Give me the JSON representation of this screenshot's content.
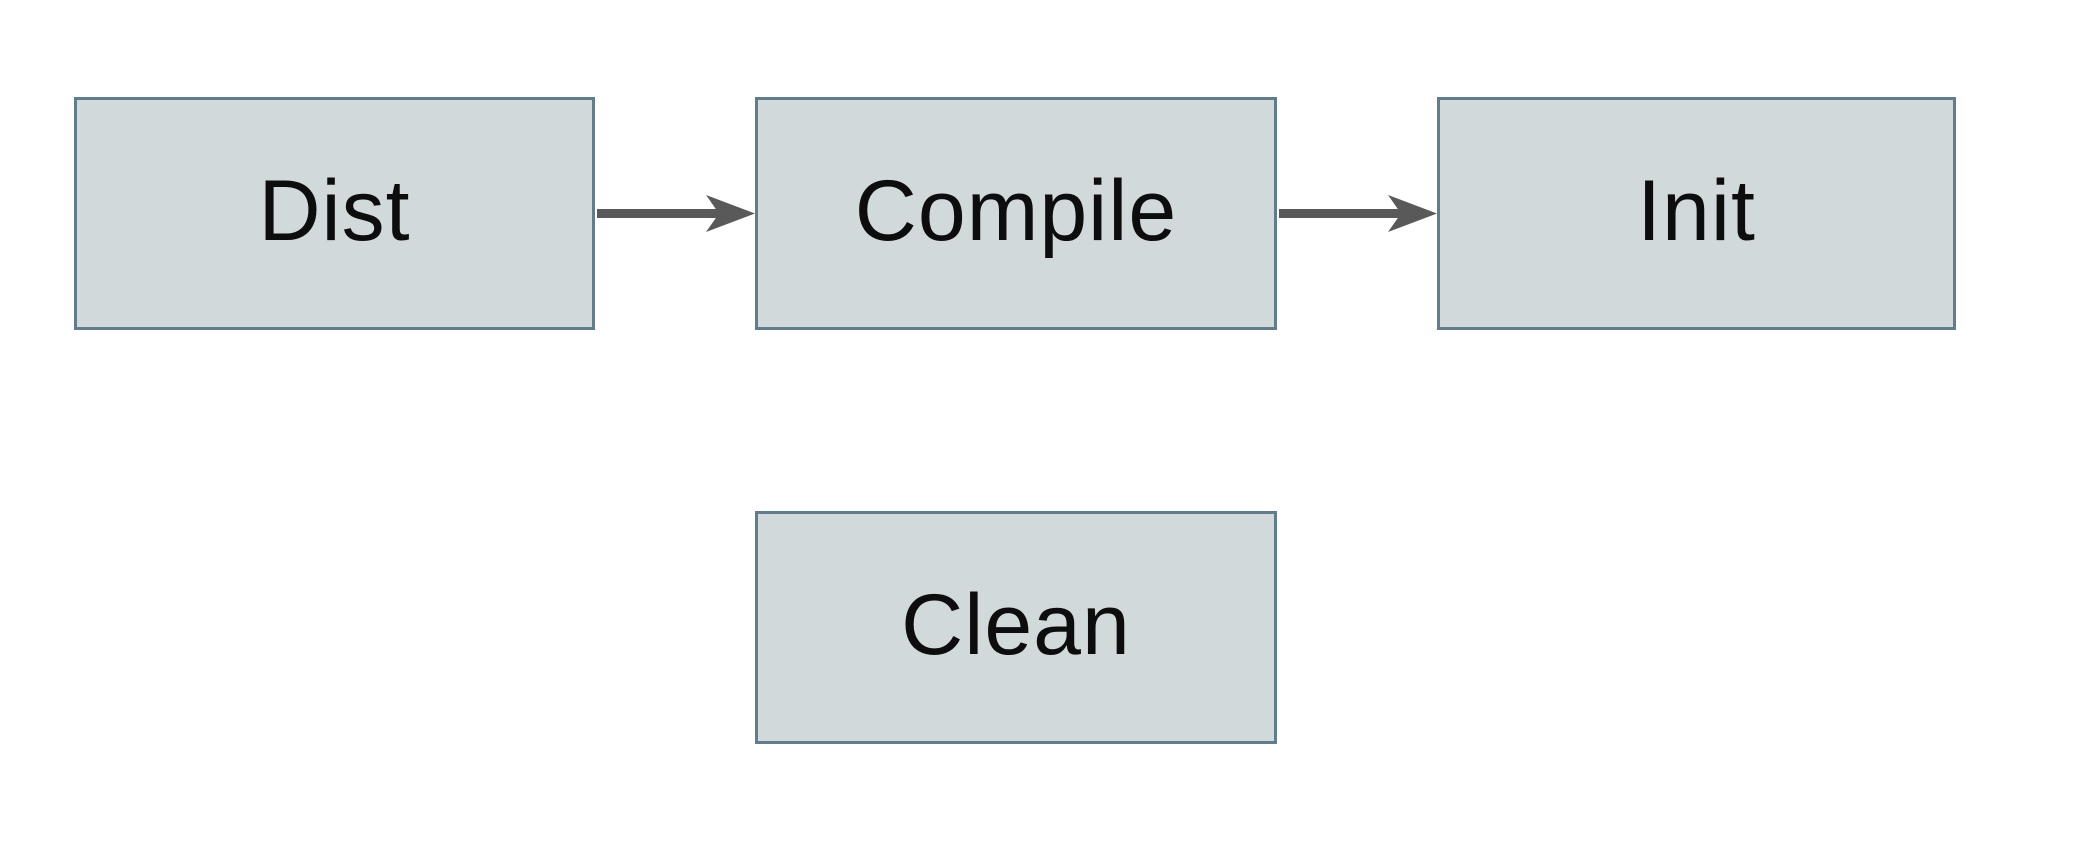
{
  "diagram": {
    "nodes": [
      {
        "id": "dist",
        "label": "Dist"
      },
      {
        "id": "compile",
        "label": "Compile"
      },
      {
        "id": "init",
        "label": "Init"
      },
      {
        "id": "clean",
        "label": "Clean"
      }
    ],
    "edges": [
      {
        "from": "dist",
        "to": "compile",
        "direction": "right"
      },
      {
        "from": "compile",
        "to": "init",
        "direction": "right"
      }
    ],
    "colors": {
      "node_fill": "#d2d9db",
      "node_border": "#617c8b",
      "arrow": "#595959",
      "text": "#0d0d0d",
      "background": "#ffffff"
    }
  }
}
